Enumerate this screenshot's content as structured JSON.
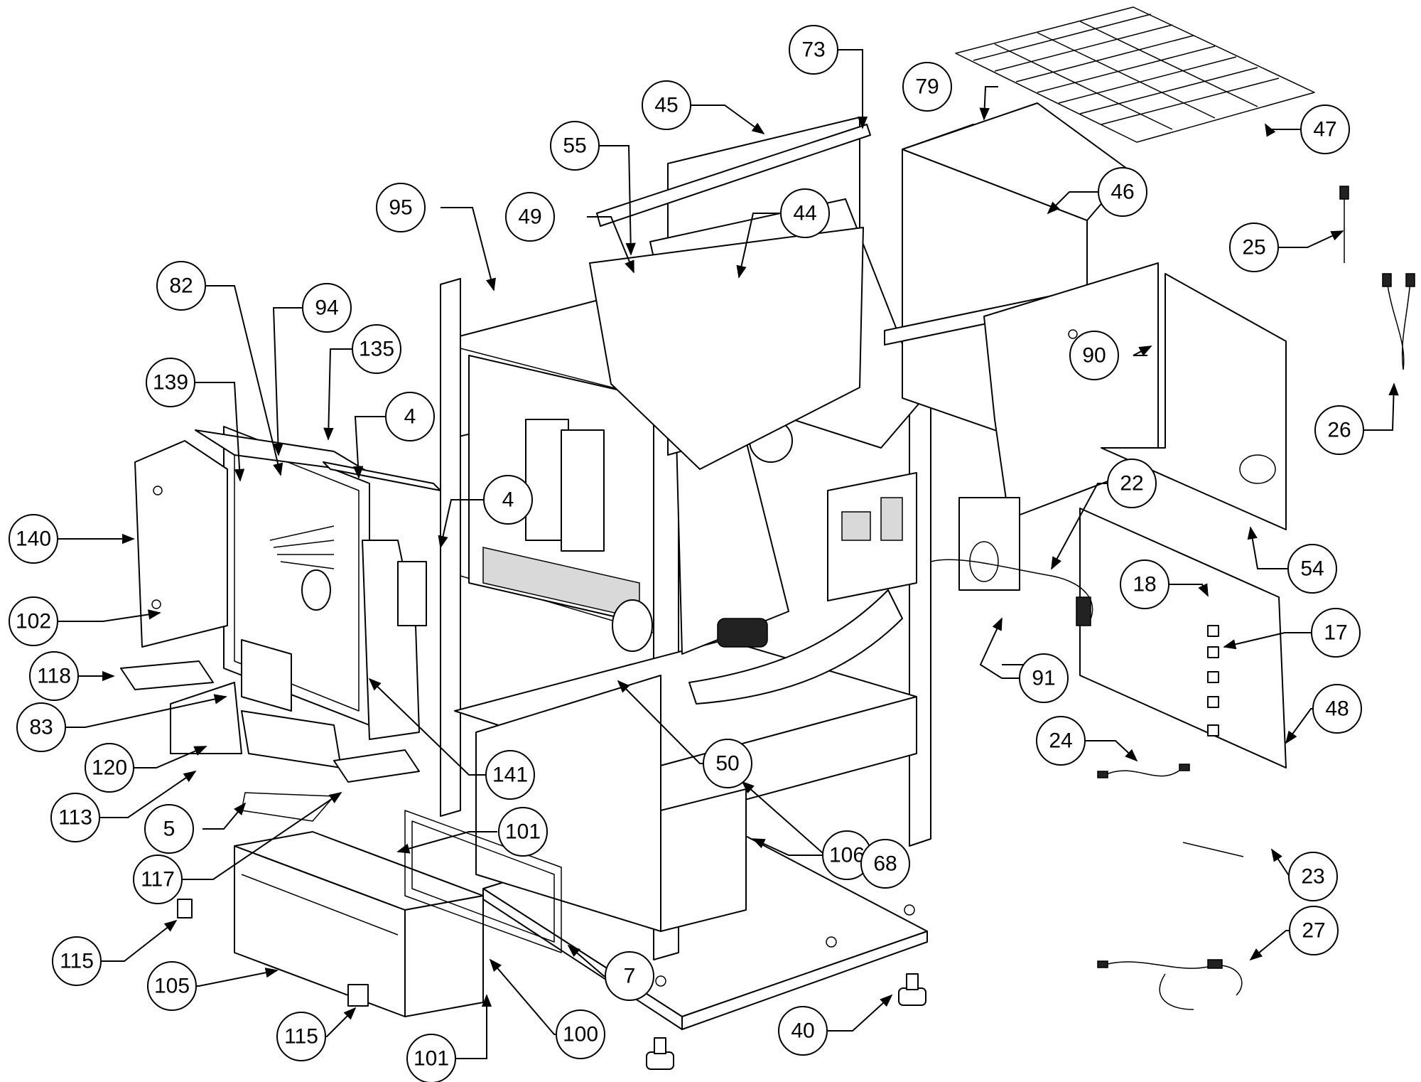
{
  "diagram": {
    "labels": [
      {
        "id": "73",
        "text": "73"
      },
      {
        "id": "45",
        "text": "45"
      },
      {
        "id": "55",
        "text": "55"
      },
      {
        "id": "79",
        "text": "79"
      },
      {
        "id": "47",
        "text": "47"
      },
      {
        "id": "95",
        "text": "95"
      },
      {
        "id": "49",
        "text": "49"
      },
      {
        "id": "44",
        "text": "44"
      },
      {
        "id": "46",
        "text": "46"
      },
      {
        "id": "25",
        "text": "25"
      },
      {
        "id": "82",
        "text": "82"
      },
      {
        "id": "94",
        "text": "94"
      },
      {
        "id": "135",
        "text": "135"
      },
      {
        "id": "90",
        "text": "90"
      },
      {
        "id": "139",
        "text": "139"
      },
      {
        "id": "4a",
        "text": "4"
      },
      {
        "id": "26",
        "text": "26"
      },
      {
        "id": "4b",
        "text": "4"
      },
      {
        "id": "22",
        "text": "22"
      },
      {
        "id": "140",
        "text": "140"
      },
      {
        "id": "54",
        "text": "54"
      },
      {
        "id": "18",
        "text": "18"
      },
      {
        "id": "102",
        "text": "102"
      },
      {
        "id": "17",
        "text": "17"
      },
      {
        "id": "118",
        "text": "118"
      },
      {
        "id": "91",
        "text": "91"
      },
      {
        "id": "83",
        "text": "83"
      },
      {
        "id": "48",
        "text": "48"
      },
      {
        "id": "24",
        "text": "24"
      },
      {
        "id": "50",
        "text": "50"
      },
      {
        "id": "120",
        "text": "120"
      },
      {
        "id": "141",
        "text": "141"
      },
      {
        "id": "113",
        "text": "113"
      },
      {
        "id": "5",
        "text": "5"
      },
      {
        "id": "101a",
        "text": "101"
      },
      {
        "id": "106",
        "text": "106"
      },
      {
        "id": "68",
        "text": "68"
      },
      {
        "id": "23",
        "text": "23"
      },
      {
        "id": "117",
        "text": "117"
      },
      {
        "id": "27",
        "text": "27"
      },
      {
        "id": "115a",
        "text": "115"
      },
      {
        "id": "7",
        "text": "7"
      },
      {
        "id": "105",
        "text": "105"
      },
      {
        "id": "40",
        "text": "40"
      },
      {
        "id": "100",
        "text": "100"
      },
      {
        "id": "115b",
        "text": "115"
      },
      {
        "id": "101b",
        "text": "101"
      }
    ]
  }
}
